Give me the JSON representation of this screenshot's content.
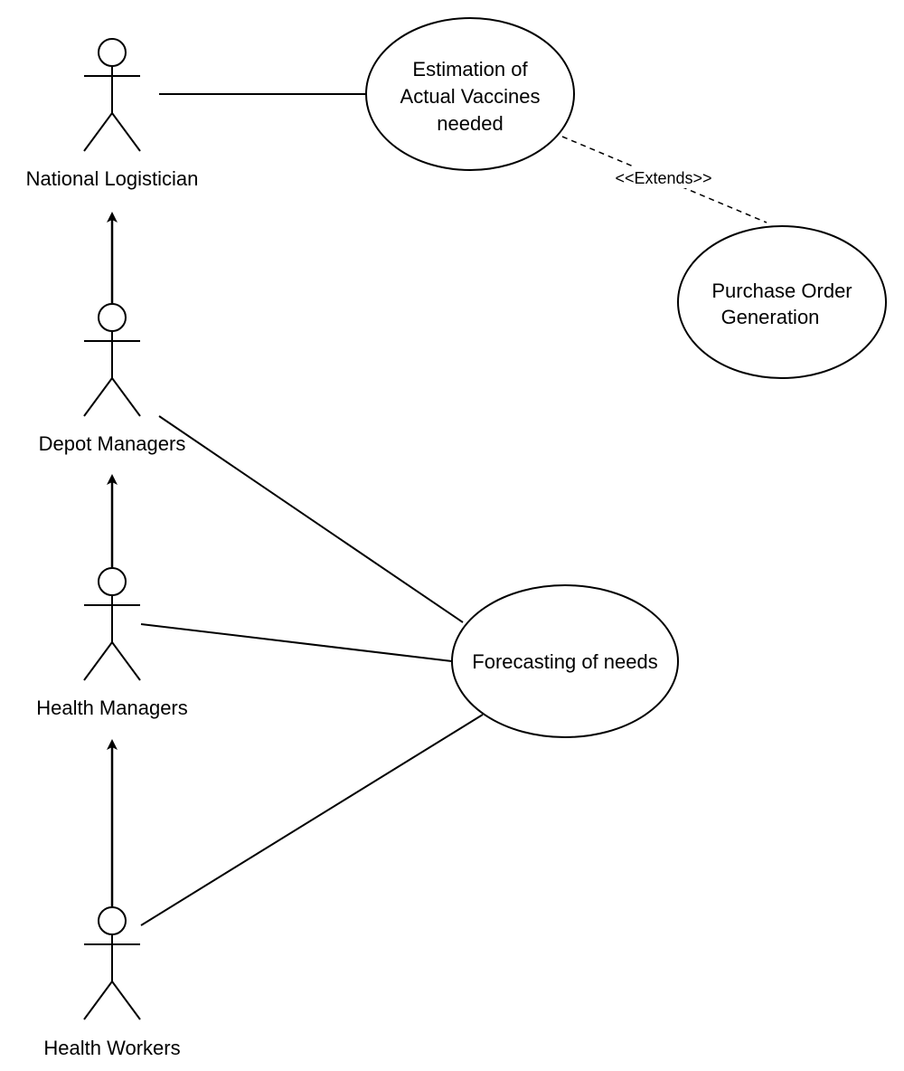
{
  "actors": [
    {
      "id": "national-logistician",
      "label": "National Logistician"
    },
    {
      "id": "depot-managers",
      "label": "Depot Managers"
    },
    {
      "id": "health-managers",
      "label": "Health Managers"
    },
    {
      "id": "health-workers",
      "label": "Health Workers"
    }
  ],
  "usecases": [
    {
      "id": "estimation",
      "lines": [
        "Estimation of",
        "Actual Vaccines",
        "needed"
      ]
    },
    {
      "id": "purchase-order",
      "lines": [
        "Purchase Order",
        "Generation"
      ]
    },
    {
      "id": "forecasting",
      "lines": [
        "Forecasting of needs"
      ]
    }
  ],
  "relationships": {
    "extends_label": "<<Extends>>"
  },
  "colors": {
    "stroke": "#000000",
    "fill": "#ffffff"
  }
}
